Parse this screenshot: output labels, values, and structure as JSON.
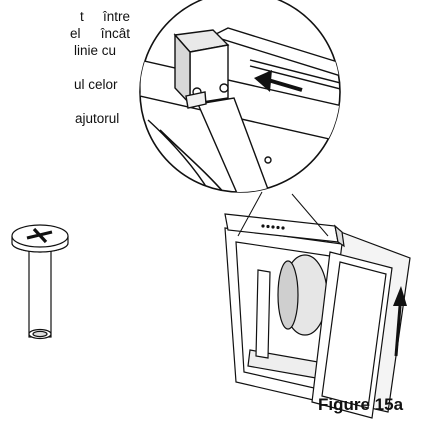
{
  "text_lines": [
    "t între",
    "el încât",
    "linie cu",
    "ul celor",
    "ajutorul"
  ],
  "figure": {
    "caption": "Figure 15a"
  }
}
